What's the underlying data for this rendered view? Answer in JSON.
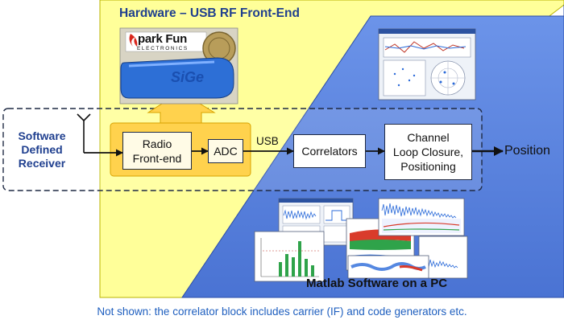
{
  "titles": {
    "hardware": "Hardware – USB RF Front-End",
    "software": "Matlab Software on a PC"
  },
  "receiver_label": [
    "Software",
    "Defined",
    "Receiver"
  ],
  "blocks": {
    "radio": [
      "Radio",
      "Front-end"
    ],
    "adc": "ADC",
    "correlators": "Correlators",
    "channel": [
      "Channel",
      "Loop Closure,",
      "Positioning"
    ]
  },
  "link_label": "USB",
  "output_label": "Position",
  "device": {
    "brand_logo": "park Fun",
    "brand_sub": "ELECTRONICS",
    "stick_text": "SiGe"
  },
  "caption": "Not shown: the correlator block includes carrier (IF) and code generators etc.",
  "colors": {
    "hardware_bg": "#ffff99",
    "software_bg": "#5b84e0",
    "highlight": "#ffd24d",
    "caption": "#1f5fbf",
    "line": "#111111"
  }
}
